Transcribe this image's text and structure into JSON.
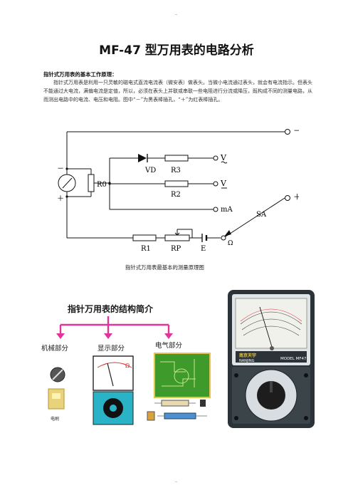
{
  "page": {
    "title": "MF-47 型万用表的电路分析",
    "section_heading": "指针式万用表的基本工作原理：",
    "paragraph": "指针式万用表是利用一只灵敏的磁电式直流电流表（微安表）做表头。当微小电流通过表头，就会有电流指示。但表头不能通过大电流，满偏电流是定值，所以，必须在表头上并联或串联一些电阻进行分流或降压，既构成不同的测量电路，从而测出电路中的电流、电压和电阻。图中“－”为黑表棒插孔，“＋”为红表棒插孔。"
  },
  "circuit": {
    "labels": {
      "minus_terminal": "－",
      "plus_terminal": "＋",
      "meter_minus": "－",
      "meter_plus": "＋",
      "r0": "R0",
      "vd": "VD",
      "r3": "R3",
      "r2": "R2",
      "r1": "R1",
      "rp": "RP",
      "e": "E",
      "v_ac": "V",
      "v_dc": "V",
      "ma": "mA",
      "sa": "SA",
      "ohm": "Ω"
    },
    "caption": "指针式万用表最基本的测量原理图"
  },
  "structure": {
    "title": "指针万用表的结构简介",
    "parts": [
      "机械部分",
      "显示部分",
      "电气部分"
    ],
    "brush_label": "电刷",
    "colors": {
      "title": "#1a1a1a",
      "arrow": "#e0359a",
      "board": "#3d9a2b"
    }
  },
  "meter_photo": {
    "brand": "南京天宇",
    "brand_en": "NANJING",
    "model": "MODEL MF47",
    "colors": {
      "body": "#2b3338",
      "panel": "#dfe4e6",
      "face": "#f1f1ec"
    }
  }
}
